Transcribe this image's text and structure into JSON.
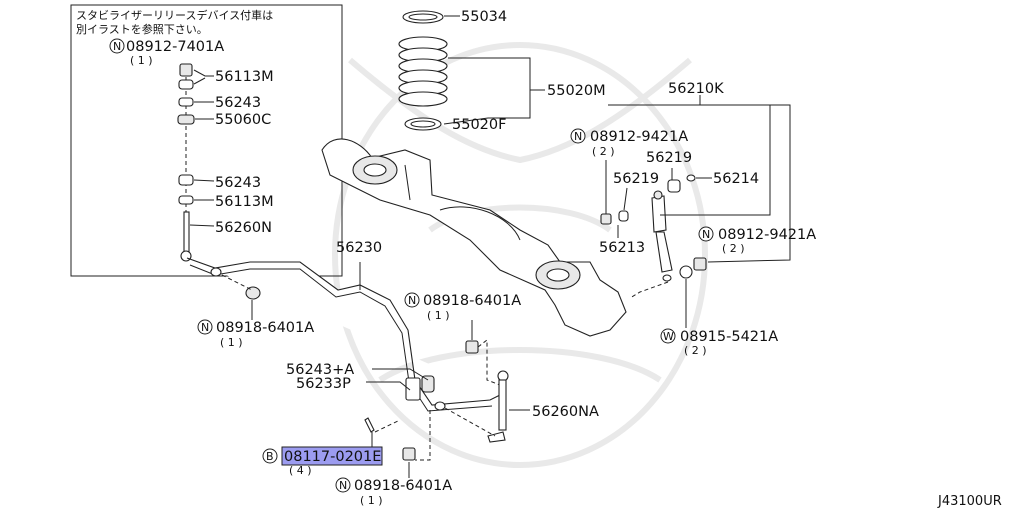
{
  "note": {
    "line1": "スタビライザーリリースデバイス付車は",
    "line2": "別イラストを参照下さい。"
  },
  "labels": {
    "p55034": "55034",
    "p55020M": "55020M",
    "p55020F": "55020F",
    "p56210K": "56210K",
    "n08912_9421A_top": "08912-9421A",
    "qty2_top": "( 2 )",
    "p56219_a": "56219",
    "p56219_b": "56219",
    "p56214": "56214",
    "p56213": "56213",
    "n08912_9421A_right": "08912-9421A",
    "qty2_right": "( 2 )",
    "w08915_5421A": "08915-5421A",
    "qty2_w": "( 2 )",
    "n08912_7401A": "08912-7401A",
    "qty1_box": "( 1 )",
    "p56113M_a": "56113M",
    "p56243_a": "56243",
    "p55060C": "55060C",
    "p56243_b": "56243",
    "p56113M_b": "56113M",
    "p56260N": "56260N",
    "p56230": "56230",
    "n08918_6401A_left": "08918-6401A",
    "qty1_left": "( 1 )",
    "n08918_6401A_mid": "08918-6401A",
    "qty1_mid": "( 1 )",
    "p56243A": "56243+A",
    "p56233P": "56233P",
    "p56260NA": "56260NA",
    "b08117_0201E": "08117-0201E",
    "qty4": "( 4 )",
    "n08918_6401A_bottom": "08918-6401A",
    "qty1_bottom": "( 1 )"
  },
  "prefixes": {
    "n": "N",
    "w": "W",
    "b": "B"
  },
  "diagram_code": "J43100UR",
  "colors": {
    "highlight": "#9c9cf0",
    "line": "#222222",
    "watermark": "#e9e9e9"
  }
}
